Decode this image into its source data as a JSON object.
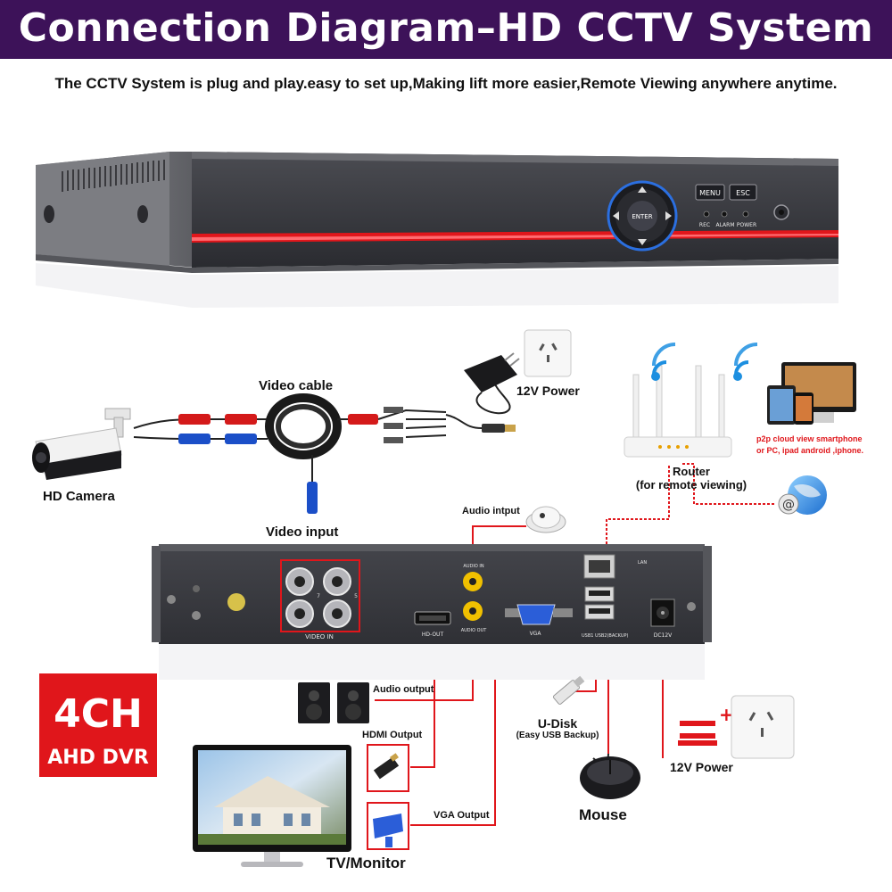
{
  "header": {
    "title": "Connection Diagram–HD CCTV System",
    "subtitle": "The CCTV System is plug and play.easy to set up,Making lift more easier,Remote Viewing anywhere anytime."
  },
  "dvr_front": {
    "buttons": [
      "MENU",
      "ESC"
    ],
    "enter_label": "ENTER",
    "indicators": [
      "REC",
      "ALARM",
      "POWER"
    ]
  },
  "labels": {
    "video_cable": "Video cable",
    "hd_camera": "HD Camera",
    "video_input": "Video input",
    "power_top": "12V Power",
    "router_line1": "Router",
    "router_line2": "(for remote viewing)",
    "p2p_line1": "p2p cloud  view smartphone",
    "p2p_line2": "or PC, ipad android ,iphone.",
    "audio_input": "Audio intput",
    "audio_output": "Audio output",
    "hdmi_output": "HDMI Output",
    "vga_output": "VGA Output",
    "udisk_line1": "U-Disk",
    "udisk_line2": "(Easy USB Backup)",
    "mouse": "Mouse",
    "power_bottom": "12V Power",
    "tv_monitor": "TV/Monitor"
  },
  "dvr_back": {
    "video_in": "VIDEO IN",
    "hd_out": "HD-OUT",
    "audio_in": "AUDIO IN",
    "audio_out": "AUDIO OUT",
    "vga": "VGA",
    "lan": "LAN",
    "usb": "USB1   USB2(BACKUP)",
    "dc12v": "DC12V",
    "bnc_numbers": [
      "7",
      "5"
    ]
  },
  "badge": {
    "line1": "4CH",
    "line2": "AHD DVR"
  },
  "colors": {
    "banner": "#3d1259",
    "accent_red": "#e0161b",
    "dvr_body": "#3c3d42",
    "wifi": "#1d8fe0"
  }
}
